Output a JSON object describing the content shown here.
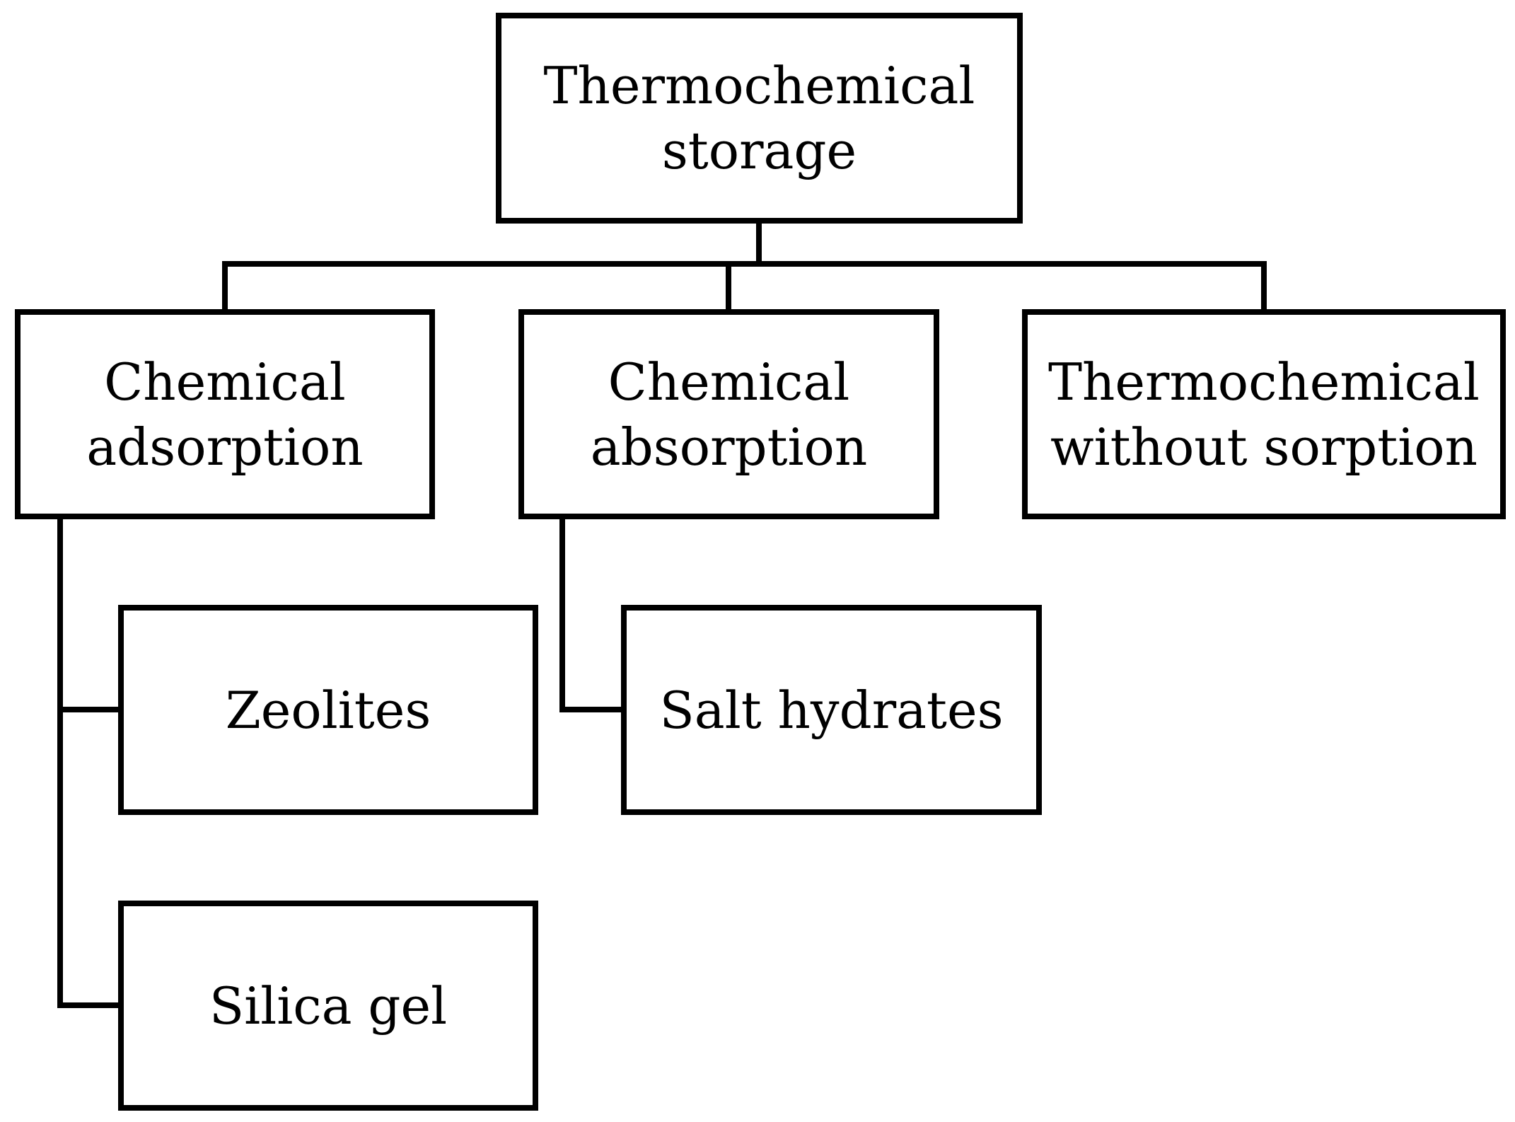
{
  "diagram": {
    "colors": {
      "stroke": "#000000",
      "fill": "#ffffff",
      "text": "#000000"
    },
    "nodes": {
      "root": {
        "label": "Thermochemical\nstorage"
      },
      "chemical_adsorption": {
        "label": "Chemical\nadsorption"
      },
      "chemical_absorption": {
        "label": "Chemical\nabsorption"
      },
      "thermochemical_without_sorption": {
        "label": "Thermochemical\nwithout sorption"
      },
      "zeolites": {
        "label": "Zeolites"
      },
      "silica_gel": {
        "label": "Silica gel"
      },
      "salt_hydrates": {
        "label": "Salt hydrates"
      }
    },
    "edges": [
      {
        "from": "root",
        "to": "chemical_adsorption"
      },
      {
        "from": "root",
        "to": "chemical_absorption"
      },
      {
        "from": "root",
        "to": "thermochemical_without_sorption"
      },
      {
        "from": "chemical_adsorption",
        "to": "zeolites"
      },
      {
        "from": "chemical_adsorption",
        "to": "silica_gel"
      },
      {
        "from": "chemical_absorption",
        "to": "salt_hydrates"
      }
    ]
  }
}
